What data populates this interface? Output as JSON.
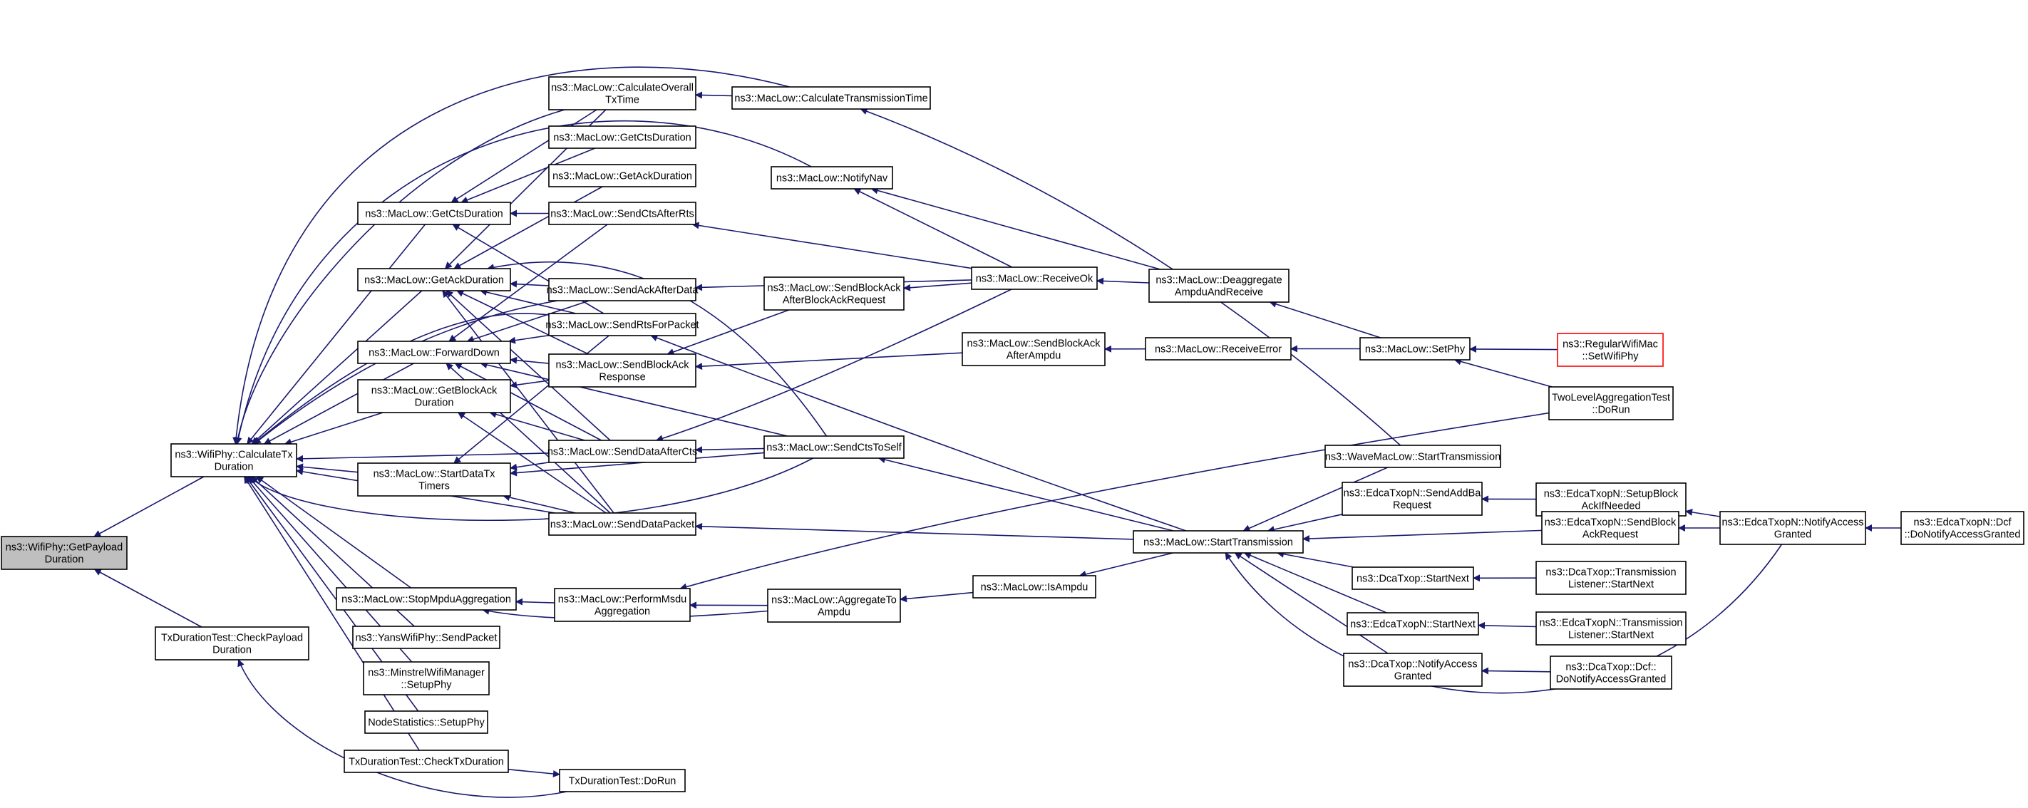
{
  "graph": {
    "colors": {
      "edge": "#191970",
      "root_fill": "#bfbfbf",
      "node_border": "#000000",
      "truncated_border": "#ff0000"
    },
    "nodes": [
      {
        "id": "gpd",
        "label": [
          "ns3::WifiPhy::GetPayload",
          "Duration"
        ],
        "root": true
      },
      {
        "id": "ctd",
        "label": [
          "ns3::WifiPhy::CalculateTx",
          "Duration"
        ]
      },
      {
        "id": "tcpd",
        "label": [
          "TxDurationTest::CheckPayload",
          "Duration"
        ]
      },
      {
        "id": "cotx",
        "label": [
          "ns3::MacLow::CalculateOverall",
          "TxTime"
        ]
      },
      {
        "id": "gctsd2",
        "label": [
          "ns3::MacLow::GetCtsDuration"
        ]
      },
      {
        "id": "gackd2",
        "label": [
          "ns3::MacLow::GetAckDuration"
        ]
      },
      {
        "id": "gctsd",
        "label": [
          "ns3::MacLow::GetCtsDuration"
        ]
      },
      {
        "id": "gackd",
        "label": [
          "ns3::MacLow::GetAckDuration"
        ]
      },
      {
        "id": "fwd",
        "label": [
          "ns3::MacLow::ForwardDown"
        ]
      },
      {
        "id": "gbad",
        "label": [
          "ns3::MacLow::GetBlockAck",
          "Duration"
        ]
      },
      {
        "id": "sdtt",
        "label": [
          "ns3::MacLow::StartDataTx",
          "Timers"
        ]
      },
      {
        "id": "sma",
        "label": [
          "ns3::MacLow::StopMpduAggregation"
        ]
      },
      {
        "id": "ywsp",
        "label": [
          "ns3::YansWifiPhy::SendPacket"
        ]
      },
      {
        "id": "mwm",
        "label": [
          "ns3::MinstrelWifiManager",
          "::SetupPhy"
        ]
      },
      {
        "id": "nss",
        "label": [
          "NodeStatistics::SetupPhy"
        ]
      },
      {
        "id": "tctd",
        "label": [
          "TxDurationTest::CheckTxDuration"
        ]
      },
      {
        "id": "sctsr",
        "label": [
          "ns3::MacLow::SendCtsAfterRts"
        ]
      },
      {
        "id": "sackd",
        "label": [
          "ns3::MacLow::SendAckAfterData"
        ]
      },
      {
        "id": "srts",
        "label": [
          "ns3::MacLow::SendRtsForPacket"
        ]
      },
      {
        "id": "sbar",
        "label": [
          "ns3::MacLow::SendBlockAck",
          "Response"
        ]
      },
      {
        "id": "sdac",
        "label": [
          "ns3::MacLow::SendDataAfterCts"
        ]
      },
      {
        "id": "sdp",
        "label": [
          "ns3::MacLow::SendDataPacket"
        ]
      },
      {
        "id": "pma",
        "label": [
          "ns3::MacLow::PerformMsdu",
          "Aggregation"
        ]
      },
      {
        "id": "tdr",
        "label": [
          "TxDurationTest::DoRun"
        ]
      },
      {
        "id": "ctt",
        "label": [
          "ns3::MacLow::CalculateTransmissionTime"
        ]
      },
      {
        "id": "nnav",
        "label": [
          "ns3::MacLow::NotifyNav"
        ]
      },
      {
        "id": "sbabr",
        "label": [
          "ns3::MacLow::SendBlockAck",
          "AfterBlockAckRequest"
        ]
      },
      {
        "id": "scts",
        "label": [
          "ns3::MacLow::SendCtsToSelf"
        ]
      },
      {
        "id": "agg",
        "label": [
          "ns3::MacLow::AggregateTo",
          "Ampdu"
        ]
      },
      {
        "id": "rok",
        "label": [
          "ns3::MacLow::ReceiveOk"
        ]
      },
      {
        "id": "sbaam",
        "label": [
          "ns3::MacLow::SendBlockAck",
          "AfterAmpdu"
        ]
      },
      {
        "id": "isam",
        "label": [
          "ns3::MacLow::IsAmpdu"
        ]
      },
      {
        "id": "dar",
        "label": [
          "ns3::MacLow::Deaggregate",
          "AmpduAndReceive"
        ]
      },
      {
        "id": "rerr",
        "label": [
          "ns3::MacLow::ReceiveError"
        ]
      },
      {
        "id": "stx",
        "label": [
          "ns3::MacLow::StartTransmission"
        ]
      },
      {
        "id": "wmstx",
        "label": [
          "ns3::WaveMacLow::StartTransmission"
        ]
      },
      {
        "id": "eaddba",
        "label": [
          "ns3::EdcaTxopN::SendAddBa",
          "Request"
        ]
      },
      {
        "id": "dsn",
        "label": [
          "ns3::DcaTxop::StartNext"
        ]
      },
      {
        "id": "esn",
        "label": [
          "ns3::EdcaTxopN::StartNext"
        ]
      },
      {
        "id": "dnag",
        "label": [
          "ns3::DcaTxop::NotifyAccess",
          "Granted"
        ]
      },
      {
        "id": "ssp",
        "label": [
          "ns3::MacLow::SetPhy"
        ]
      },
      {
        "id": "rwm",
        "label": [
          "ns3::RegularWifiMac",
          "::SetWifiPhy"
        ],
        "truncated": true
      },
      {
        "id": "tlat",
        "label": [
          "TwoLevelAggregationTest",
          "::DoRun"
        ]
      },
      {
        "id": "esbaif",
        "label": [
          "ns3::EdcaTxopN::SetupBlock",
          "AckIfNeeded"
        ]
      },
      {
        "id": "esbar",
        "label": [
          "ns3::EdcaTxopN::SendBlock",
          "AckRequest"
        ]
      },
      {
        "id": "dtlsn",
        "label": [
          "ns3::DcaTxop::Transmission",
          "Listener::StartNext"
        ]
      },
      {
        "id": "etlsn",
        "label": [
          "ns3::EdcaTxopN::Transmission",
          "Listener::StartNext"
        ]
      },
      {
        "id": "ddnag",
        "label": [
          "ns3::DcaTxop::Dcf::",
          "DoNotifyAccessGranted"
        ]
      },
      {
        "id": "enag",
        "label": [
          "ns3::EdcaTxopN::NotifyAccess",
          "Granted"
        ]
      },
      {
        "id": "ednag",
        "label": [
          "ns3::EdcaTxopN::Dcf",
          "::DoNotifyAccessGranted"
        ]
      }
    ]
  }
}
